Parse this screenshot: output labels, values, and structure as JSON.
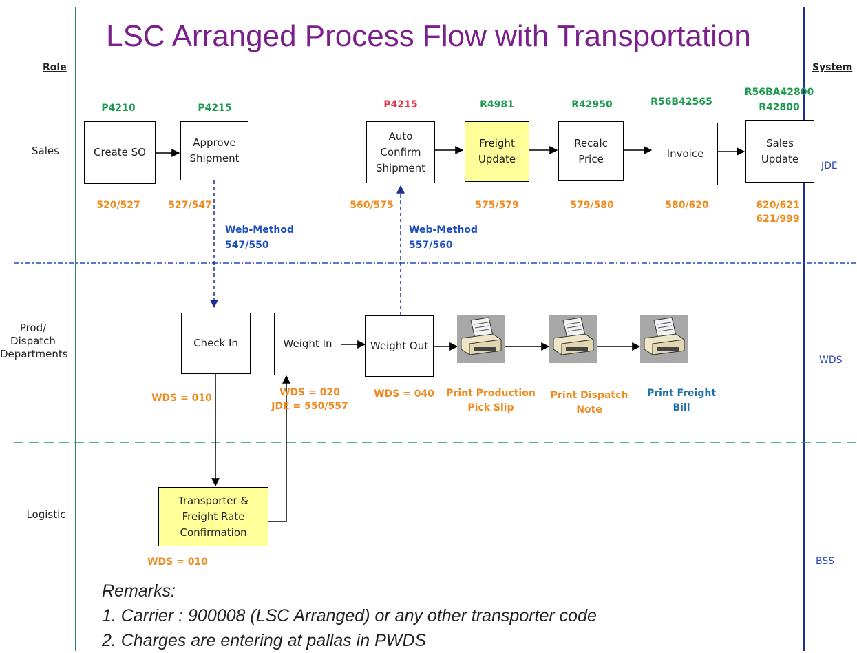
{
  "title": "LSC Arranged Process Flow with Transportation",
  "headers": {
    "role": "Role",
    "system": "System"
  },
  "roles": {
    "sales": "Sales",
    "prod": "Prod/\nDispatch\nDepartments",
    "logistic": "Logistic"
  },
  "systems": {
    "jde": "JDE",
    "wds": "WDS",
    "bss": "BSS"
  },
  "boxes": {
    "create_so": "Create SO",
    "approve": "Approve\nShipment",
    "auto_confirm": "Auto\nConfirm\nShipment",
    "freight_update": "Freight\nUpdate",
    "recalc": "Recalc\nPrice",
    "invoice": "Invoice",
    "sales_update": "Sales\nUpdate",
    "check_in": "Check In",
    "weight_in": "Weight In",
    "weight_out": "Weight Out",
    "transporter": "Transporter &\nFreight Rate\nConfirmation"
  },
  "programs": {
    "create_so": "P4210",
    "approve": "P4215",
    "auto_confirm": "P4215",
    "freight_update": "R4981",
    "recalc": "R42950",
    "invoice": "R56B42565",
    "sales_update": "R56BA42800\nR42800"
  },
  "statuses": {
    "create_so": "520/527",
    "approve": "527/547",
    "auto_confirm": "560/575",
    "freight_update": "575/579",
    "recalc": "579/580",
    "invoice": "580/620",
    "sales_update": "620/621\n621/999",
    "check_in": "WDS = 010",
    "weight_in": "WDS = 020\nJDE = 550/557",
    "weight_out": "WDS = 040",
    "transporter": "WDS = 010"
  },
  "web_methods": {
    "down": "Web-Method\n547/550",
    "up": "Web-Method\n557/560"
  },
  "prints": {
    "pick_slip": "Print Production\nPick Slip",
    "dispatch_note": "Print Dispatch\nNote",
    "freight_bill": "Print Freight\nBill"
  },
  "colors": {
    "title": "#7b1f8c",
    "program_green": "#1c9a4e",
    "program_red": "#e8324a",
    "status_orange": "#ef8a1e",
    "web_method_blue": "#1f4fbf",
    "print_bill_blue": "#1f6fa8",
    "system_blue": "#2a46b8",
    "highlight_yellow": "#ffff99",
    "left_line_green": "#2e8b57",
    "right_line_blue": "#1f2f8f",
    "sep_blue": "#1f4fbf",
    "sep_green": "#1f9a6a"
  },
  "remarks": {
    "heading": "Remarks:",
    "line1": "1.  Carrier :  900008 (LSC Arranged)  or any other transporter code",
    "line2": "2.  Charges are entering at pallas in PWDS"
  }
}
